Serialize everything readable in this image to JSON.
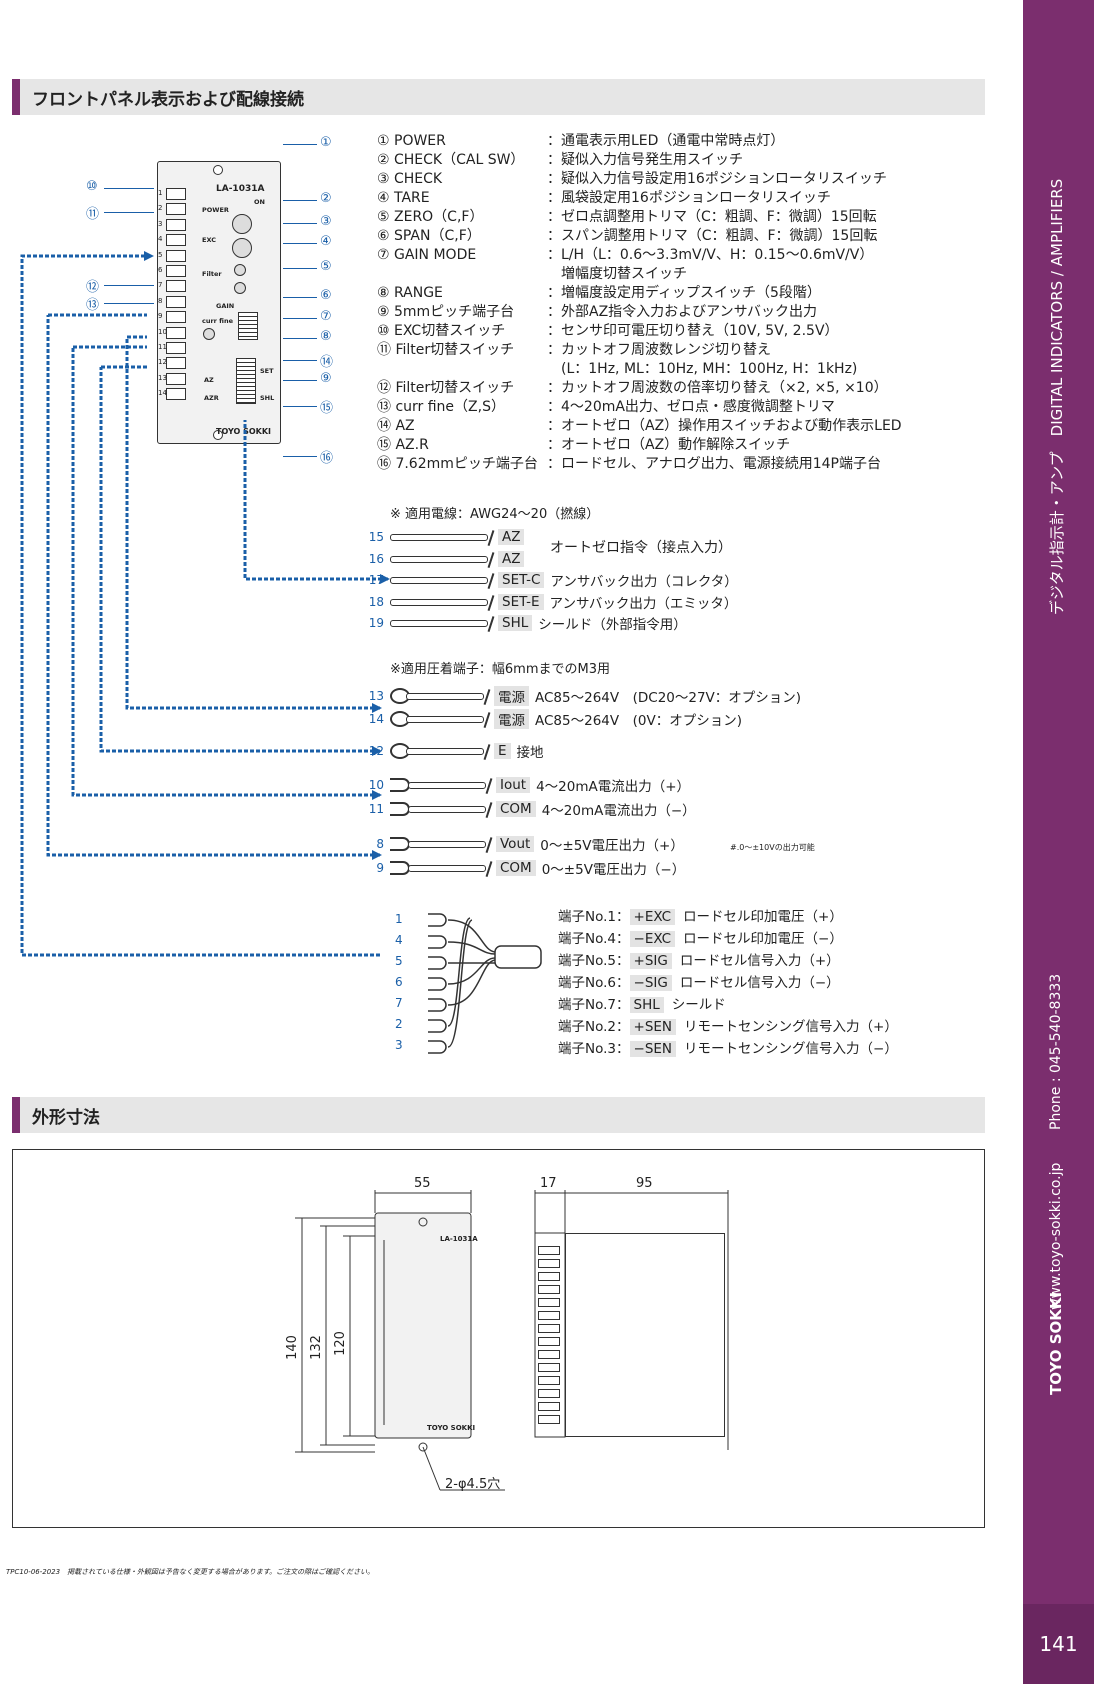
{
  "sidebar": {
    "category": "デジタル指示計・アンプ　DIGITAL INDICATORS / AMPLIFIERS",
    "phone": "Phone : 045-540-8333",
    "website": "www.toyo-sokki.co.jp",
    "brand": "TOYO SOKKI",
    "page_number": "141"
  },
  "section1": {
    "title": "フロントパネル表示および配線接続"
  },
  "section2": {
    "title": "外形寸法"
  },
  "panel": {
    "model": "LA-1031A",
    "brand": "TOYO SOKKI",
    "power": "POWER",
    "on": "ON",
    "exc": "EXC",
    "filter": "Filter",
    "gain": "GAIN",
    "curr_fine": "curr fine",
    "az": "AZ",
    "azr": "AZR",
    "set": "SET",
    "shl": "SHL"
  },
  "callouts": [
    "①",
    "②",
    "③",
    "④",
    "⑤",
    "⑥",
    "⑦",
    "⑧",
    "⑨",
    "⑩",
    "⑪",
    "⑫",
    "⑬",
    "⑭",
    "⑮",
    "⑯"
  ],
  "specs": [
    {
      "k": "① POWER",
      "v": "：通電表示用LED（通電中常時点灯）"
    },
    {
      "k": "② CHECK（CAL SW）",
      "v": "：疑似入力信号発生用スイッチ"
    },
    {
      "k": "③ CHECK",
      "v": "：疑似入力信号設定用16ポジションロータリスイッチ"
    },
    {
      "k": "④ TARE",
      "v": "：風袋設定用16ポジションロータリスイッチ"
    },
    {
      "k": "⑤ ZERO（C,F）",
      "v": "：ゼロ点調整用トリマ（C：粗調、F：微調）15回転"
    },
    {
      "k": "⑥ SPAN（C,F）",
      "v": "：スパン調整用トリマ（C：粗調、F：微調）15回転"
    },
    {
      "k": "⑦ GAIN MODE",
      "v": "：L/H（L：0.6〜3.3mV/V、H：0.15〜0.6mV/V）"
    },
    {
      "k": "",
      "v": "　増幅度切替スイッチ"
    },
    {
      "k": "⑧ RANGE",
      "v": "：増幅度設定用ディップスイッチ（5段階）"
    },
    {
      "k": "⑨ 5mmピッチ端子台",
      "v": "：外部AZ指令入力およびアンサバック出力"
    },
    {
      "k": "⑩ EXC切替スイッチ",
      "v": "：センサ印可電圧切り替え（10V, 5V, 2.5V）"
    },
    {
      "k": "⑪ Filter切替スイッチ",
      "v": "：カットオフ周波数レンジ切り替え"
    },
    {
      "k": "",
      "v": "　(L：1Hz, ML：10Hz, MH：100Hz, H：1kHz)"
    },
    {
      "k": "⑫ Filter切替スイッチ",
      "v": "：カットオフ周波数の倍率切り替え（×2, ×5, ×10）"
    },
    {
      "k": "⑬ curr fine（Z,S）",
      "v": "：4〜20mA出力、ゼロ点・感度微調整トリマ"
    },
    {
      "k": "⑭ AZ",
      "v": "：オートゼロ（AZ）操作用スイッチおよび動作表示LED"
    },
    {
      "k": "⑮ AZ.R",
      "v": "：オートゼロ（AZ）動作解除スイッチ"
    },
    {
      "k": "⑯ 7.62mmピッチ端子台",
      "v": "：ロードセル、アナログ出力、電源接続用14P端子台"
    }
  ],
  "note1": "※ 適用電線：AWG24〜20（撚線）",
  "note2": "※適用圧着端子：幅6mmまでのM3用",
  "wires_a": [
    {
      "n": "15",
      "tag": "AZ",
      "desc": ""
    },
    {
      "n": "16",
      "tag": "AZ",
      "desc": ""
    },
    {
      "n": "17",
      "tag": "SET-C",
      "desc": "アンサバック出力（コレクタ）"
    },
    {
      "n": "18",
      "tag": "SET-E",
      "desc": "アンサバック出力（エミッタ）"
    },
    {
      "n": "19",
      "tag": "SHL",
      "desc": "シールド（外部指令用）"
    }
  ],
  "az_desc": "オートゼロ指令（接点入力）",
  "wires_b": [
    {
      "n": "13",
      "tag": "電源",
      "desc": "AC85〜264V　(DC20〜27V：オプション)",
      "t": "ring"
    },
    {
      "n": "14",
      "tag": "電源",
      "desc": "AC85〜264V　(0V：オプション)",
      "t": "ring"
    },
    {
      "n": "12",
      "tag": "E",
      "desc": "接地",
      "t": "ring"
    },
    {
      "n": "10",
      "tag": "Iout",
      "desc": "4〜20mA電流出力（+）",
      "t": "fork"
    },
    {
      "n": "11",
      "tag": "COM",
      "desc": "4〜20mA電流出力（−）",
      "t": "fork"
    },
    {
      "n": "8",
      "tag": "Vout",
      "desc": "0〜±5V電圧出力（+）",
      "t": "fork"
    },
    {
      "n": "9",
      "tag": "COM",
      "desc": "0〜±5V電圧出力（−）",
      "t": "fork"
    }
  ],
  "vout_note": "#.0〜±10Vの出力可能",
  "loadcell_nums": [
    "1",
    "4",
    "5",
    "6",
    "7",
    "2",
    "3"
  ],
  "loadcell": [
    {
      "pre": "端子No.1：",
      "tag": "+EXC",
      "desc": "ロードセル印加電圧（+）"
    },
    {
      "pre": "端子No.4：",
      "tag": "−EXC",
      "desc": "ロードセル印加電圧（−）"
    },
    {
      "pre": "端子No.5：",
      "tag": "+SIG",
      "desc": "ロードセル信号入力（+）"
    },
    {
      "pre": "端子No.6：",
      "tag": "−SIG",
      "desc": "ロードセル信号入力（−）"
    },
    {
      "pre": "端子No.7：",
      "tag": "SHL",
      "desc": "シールド"
    },
    {
      "pre": "端子No.2：",
      "tag": "+SEN",
      "desc": "リモートセンシング信号入力（+）"
    },
    {
      "pre": "端子No.3：",
      "tag": "−SEN",
      "desc": "リモートセンシング信号入力（−）"
    }
  ],
  "dims": {
    "w": "55",
    "d1": "17",
    "d2": "95",
    "h1": "140",
    "h2": "132",
    "h3": "120",
    "hole": "2-φ4.5穴"
  },
  "footer": "TPC10-06-2023　掲載されている仕様・外観図は予告なく変更する場合があります。ご注文の際はご確認ください。"
}
